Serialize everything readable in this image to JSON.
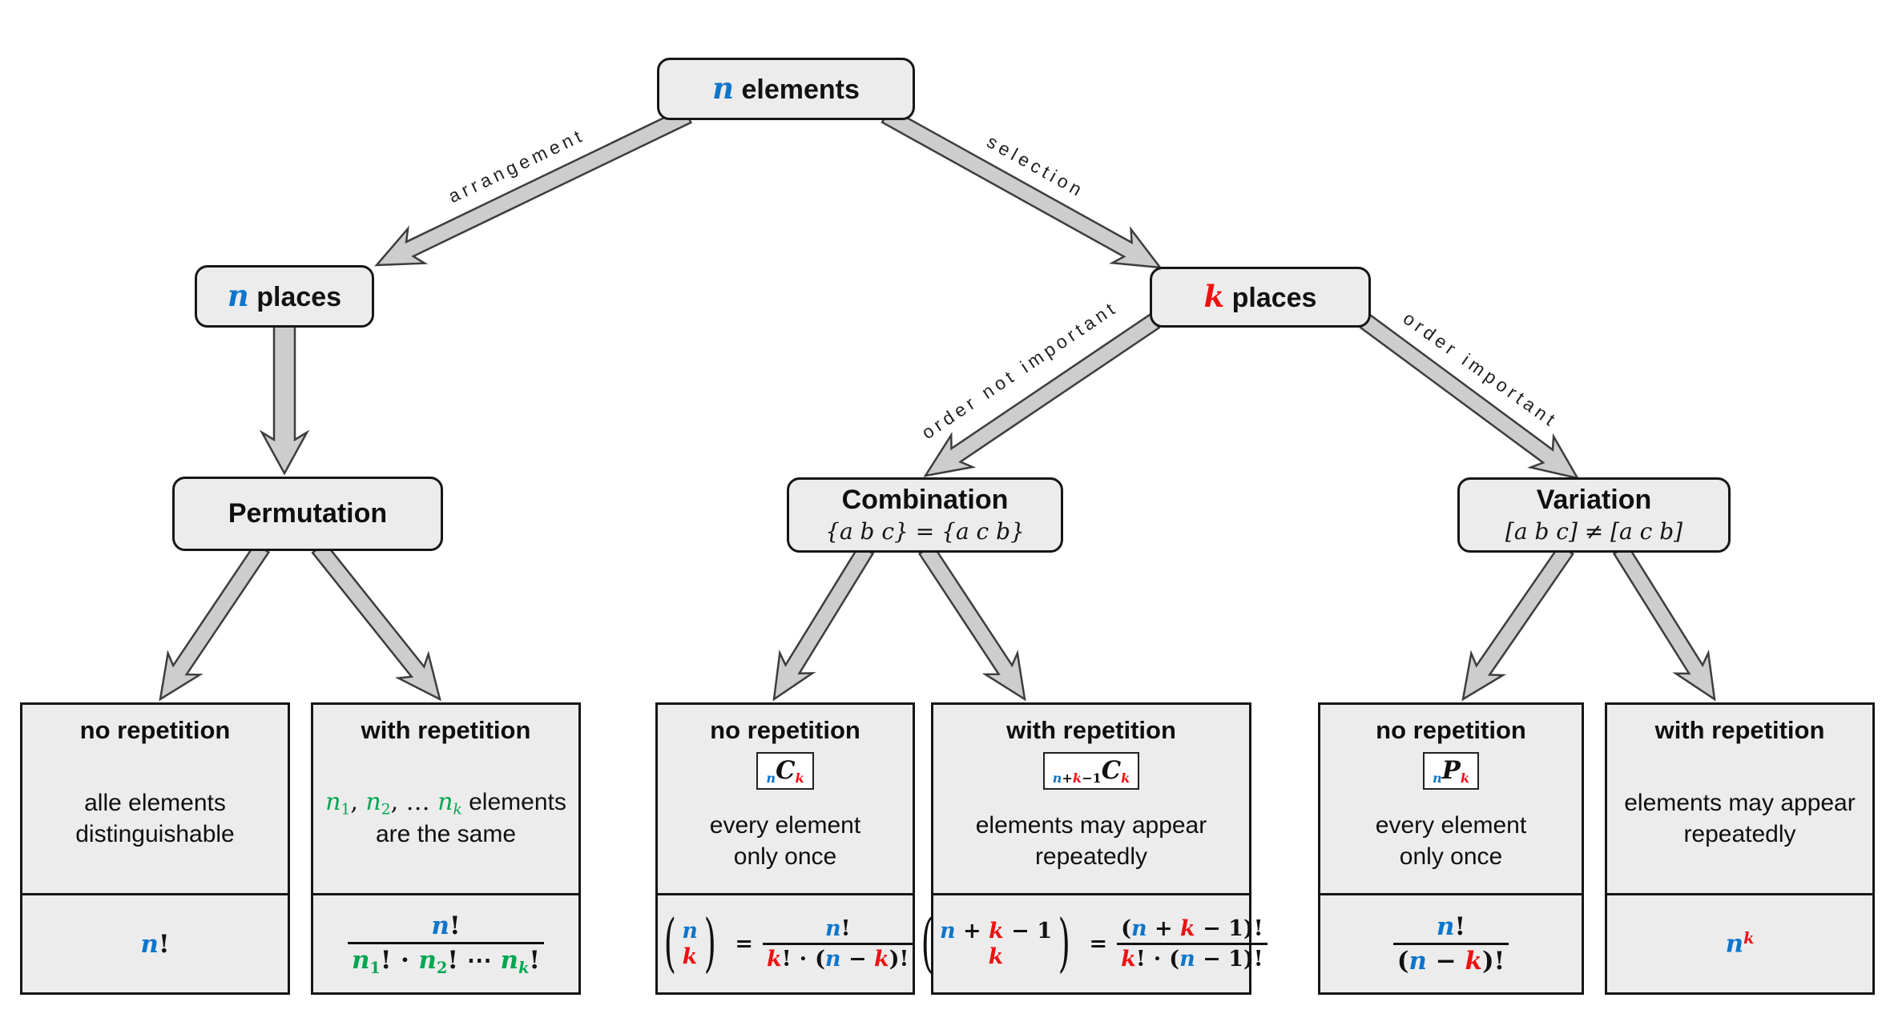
{
  "palette": {
    "blue": "#0d76cc",
    "red": "#ee1111",
    "green": "#00a651",
    "box_fill": "#ececec",
    "box_border": "#161616",
    "arrow_fill": "#cdcdcd",
    "arrow_outline": "#3d3d3d",
    "label_color": "#222222"
  },
  "edge_labels": {
    "arrangement": "arrangement",
    "selection": "selection",
    "order_not_important": "order not important",
    "order_important": "order important"
  },
  "nodes": {
    "root": {
      "title_tokens": [
        {
          "t": "n",
          "c": "b",
          "v": 1
        },
        {
          "t": " elements",
          "c": "k",
          "sans": 1
        }
      ]
    },
    "n_places": {
      "title_tokens": [
        {
          "t": "n",
          "c": "b",
          "v": 1
        },
        {
          "t": " places",
          "c": "k",
          "sans": 1
        }
      ]
    },
    "k_places": {
      "title_tokens": [
        {
          "t": "k",
          "c": "r",
          "v": 1
        },
        {
          "t": " places",
          "c": "k",
          "sans": 1
        }
      ]
    },
    "permutation": {
      "title": "Permutation"
    },
    "combination": {
      "title": "Combination",
      "subtitle": "{a b c} = {a c b}"
    },
    "variation": {
      "title": "Variation",
      "subtitle": "[a b c] ≠ [a c b]"
    }
  },
  "leaves": [
    {
      "title": "no repetition",
      "description": [
        "alle elements",
        "distinguishable"
      ],
      "formula_tokens": [
        {
          "t": "n",
          "c": "b",
          "v": 1
        },
        {
          "t": "!",
          "c": "k"
        }
      ]
    },
    {
      "title": "with repetition",
      "description_tokens": [
        {
          "t": "n",
          "c": "g",
          "v": 1,
          "r": 1
        },
        {
          "t": "1",
          "c": "g",
          "sub": 1,
          "r": 1
        },
        {
          "t": ", ",
          "c": "k",
          "r": 1
        },
        {
          "t": "n",
          "c": "g",
          "v": 1,
          "r": 1
        },
        {
          "t": "2",
          "c": "g",
          "sub": 1,
          "r": 1
        },
        {
          "t": ", … ",
          "c": "k",
          "r": 1
        },
        {
          "t": "n",
          "c": "g",
          "v": 1,
          "r": 1
        },
        {
          "t": "k",
          "c": "g",
          "v": 1,
          "sub": 1,
          "r": 1
        },
        {
          "t": " elements",
          "c": "k",
          "sr": 1
        }
      ],
      "description_line2": "are the same",
      "formula": {
        "num": [
          {
            "t": "n",
            "c": "b",
            "v": 1
          },
          {
            "t": "!",
            "c": "k"
          }
        ],
        "den": [
          {
            "t": "n",
            "c": "g",
            "v": 1
          },
          {
            "t": "1",
            "c": "g",
            "sub": 1
          },
          {
            "t": "!",
            "c": "k"
          },
          {
            "t": " ⋅ ",
            "c": "k"
          },
          {
            "t": "n",
            "c": "g",
            "v": 1
          },
          {
            "t": "2",
            "c": "g",
            "sub": 1
          },
          {
            "t": "!",
            "c": "k"
          },
          {
            "t": " ⋯ ",
            "c": "k"
          },
          {
            "t": "n",
            "c": "g",
            "v": 1
          },
          {
            "t": "k",
            "c": "g",
            "v": 1,
            "sub": 1
          },
          {
            "t": "!",
            "c": "k"
          }
        ]
      }
    },
    {
      "title": "no repetition",
      "badge_tokens": [
        {
          "t": "n",
          "c": "b",
          "v": 1,
          "sub": 1
        },
        {
          "t": "C",
          "c": "k",
          "v": 1,
          "big": 1
        },
        {
          "t": "k",
          "c": "r",
          "v": 1,
          "sub": 1
        }
      ],
      "description": [
        "every element",
        "only once"
      ],
      "formula": {
        "binom_top": [
          {
            "t": "n",
            "c": "b",
            "v": 1
          }
        ],
        "binom_bot": [
          {
            "t": "k",
            "c": "r",
            "v": 1
          }
        ],
        "eq": "=",
        "num": [
          {
            "t": "n",
            "c": "b",
            "v": 1
          },
          {
            "t": "!",
            "c": "k"
          }
        ],
        "den": [
          {
            "t": "k",
            "c": "r",
            "v": 1
          },
          {
            "t": "!",
            "c": "k"
          },
          {
            "t": " ⋅ ",
            "c": "k"
          },
          {
            "t": "(",
            "c": "k"
          },
          {
            "t": "n",
            "c": "b",
            "v": 1
          },
          {
            "t": " − ",
            "c": "k"
          },
          {
            "t": "k",
            "c": "r",
            "v": 1
          },
          {
            "t": ")",
            "c": "k"
          },
          {
            "t": "!",
            "c": "k"
          }
        ]
      }
    },
    {
      "title": "with repetition",
      "badge_tokens": [
        {
          "t": "n",
          "c": "b",
          "v": 1,
          "sub": 1
        },
        {
          "t": "+",
          "c": "k",
          "sub": 1
        },
        {
          "t": "k",
          "c": "r",
          "v": 1,
          "sub": 1
        },
        {
          "t": "−",
          "c": "k",
          "sub": 1
        },
        {
          "t": "1",
          "c": "k",
          "sub": 1
        },
        {
          "t": "C",
          "c": "k",
          "v": 1,
          "big": 1
        },
        {
          "t": "k",
          "c": "r",
          "v": 1,
          "sub": 1
        }
      ],
      "description": [
        "elements may appear",
        "repeatedly"
      ],
      "formula": {
        "binom_top": [
          {
            "t": "n",
            "c": "b",
            "v": 1
          },
          {
            "t": " + ",
            "c": "k"
          },
          {
            "t": "k",
            "c": "r",
            "v": 1
          },
          {
            "t": " − ",
            "c": "k"
          },
          {
            "t": "1",
            "c": "k"
          }
        ],
        "binom_bot": [
          {
            "t": "k",
            "c": "r",
            "v": 1
          }
        ],
        "eq": "=",
        "num": [
          {
            "t": "(",
            "c": "k"
          },
          {
            "t": "n",
            "c": "b",
            "v": 1
          },
          {
            "t": " + ",
            "c": "k"
          },
          {
            "t": "k",
            "c": "r",
            "v": 1
          },
          {
            "t": " − ",
            "c": "k"
          },
          {
            "t": "1",
            "c": "k"
          },
          {
            "t": ")",
            "c": "k"
          },
          {
            "t": "!",
            "c": "k"
          }
        ],
        "den": [
          {
            "t": "k",
            "c": "r",
            "v": 1
          },
          {
            "t": "!",
            "c": "k"
          },
          {
            "t": " ⋅ ",
            "c": "k"
          },
          {
            "t": "(",
            "c": "k"
          },
          {
            "t": "n",
            "c": "b",
            "v": 1
          },
          {
            "t": " − ",
            "c": "k"
          },
          {
            "t": "1",
            "c": "k"
          },
          {
            "t": ")",
            "c": "k"
          },
          {
            "t": "!",
            "c": "k"
          }
        ]
      }
    },
    {
      "title": "no repetition",
      "badge_tokens": [
        {
          "t": "n",
          "c": "b",
          "v": 1,
          "sub": 1
        },
        {
          "t": "P",
          "c": "k",
          "v": 1,
          "big": 1
        },
        {
          "t": "k",
          "c": "r",
          "v": 1,
          "sub": 1
        }
      ],
      "description": [
        "every element",
        "only once"
      ],
      "formula": {
        "num": [
          {
            "t": "n",
            "c": "b",
            "v": 1
          },
          {
            "t": "!",
            "c": "k"
          }
        ],
        "den": [
          {
            "t": "(",
            "c": "k"
          },
          {
            "t": "n",
            "c": "b",
            "v": 1
          },
          {
            "t": " − ",
            "c": "k"
          },
          {
            "t": "k",
            "c": "r",
            "v": 1
          },
          {
            "t": ")",
            "c": "k"
          },
          {
            "t": "!",
            "c": "k"
          }
        ]
      }
    },
    {
      "title": "with repetition",
      "description": [
        "elements may appear",
        "repeatedly"
      ],
      "formula_tokens": [
        {
          "t": "n",
          "c": "b",
          "v": 1
        },
        {
          "t": "k",
          "c": "r",
          "v": 1,
          "sup": 1
        }
      ]
    }
  ]
}
